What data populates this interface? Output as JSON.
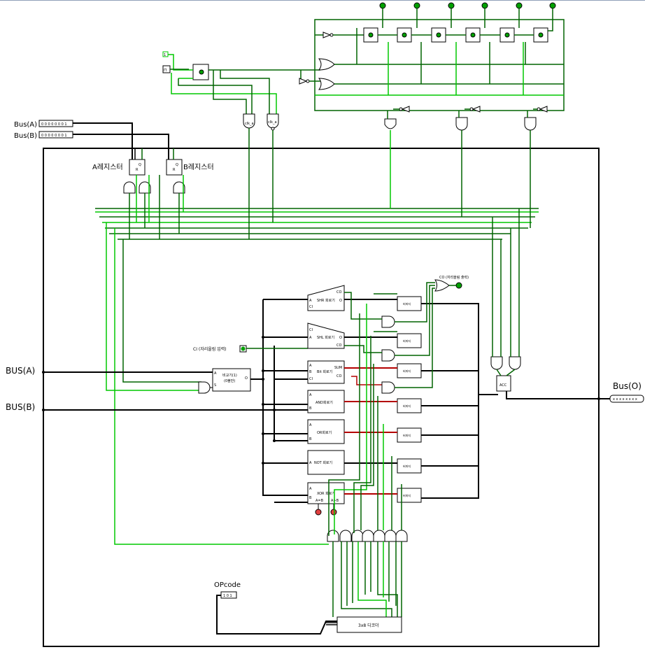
{
  "inputs": {
    "bus_a_label": "Bus(A)",
    "bus_b_label": "Bus(B)",
    "bus_a_value": "0 0 0 0 0 0 0 1",
    "bus_b_value": "0 0 0 0 0 0 0 1",
    "bus_a_left": "BUS(A)",
    "bus_b_left": "BUS(B)",
    "opcode_label": "OPcode",
    "opcode_value": "1 0 1",
    "const_one": "1",
    "clock_glyph": "⊓"
  },
  "registers": {
    "a": "A레지스터",
    "b": "B레지스터"
  },
  "gates": {
    "clk_1": "clk_a",
    "clk_2": "clk_a"
  },
  "alu": {
    "shr": "SHR 회로기",
    "shl": "SHL 회로기",
    "add": "Bit 회로기",
    "and": "AND회로기",
    "or": "OR회로기",
    "not": "NOT 회로기",
    "xor": "XOR 회로기",
    "comparator": "비교기(1)",
    "comparator_sub": "(0불만)",
    "decoder": "3x8 디코더",
    "acc": "ACC",
    "ci_label": "CI (자리올림 입력)",
    "co_label": "CO (자리올림 출력)",
    "pin_a": "A",
    "pin_b": "B",
    "pin_ci": "CI",
    "pin_co": "CO",
    "pin_o": "O",
    "pin_sum": "SUM",
    "pin_s": "S",
    "a_eq_b": "A=B",
    "a_gt_b": "A>B",
    "buffer_text": "버퍼지"
  },
  "output": {
    "label": "Bus(O)",
    "value": "x x x x x x x x"
  },
  "colors": {
    "wire_dark": "#006400",
    "wire_light": "#00c800",
    "wire_bus": "#000000",
    "wire_red": "#b40000",
    "led_green": "#00a000"
  }
}
